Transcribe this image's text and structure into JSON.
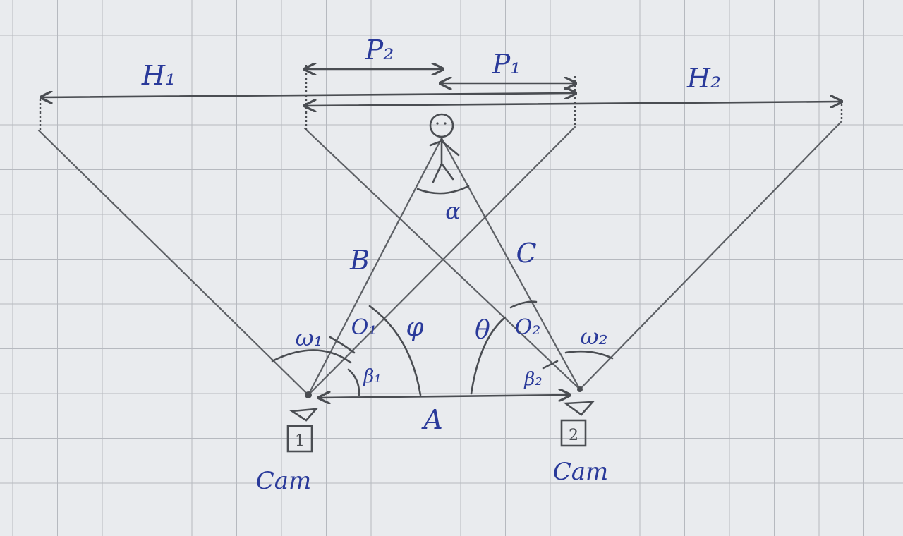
{
  "labels": {
    "H1": "H₁",
    "H2": "H₂",
    "P1": "P₁",
    "P2": "P₂",
    "alpha": "α",
    "B": "B",
    "C": "C",
    "phi": "φ",
    "theta": "θ",
    "omega1": "ω₁",
    "omega2": "ω₂",
    "O1": "O₁",
    "O2": "O₂",
    "beta1": "β₁",
    "beta2": "β₂",
    "A": "A",
    "cam1_number": "1",
    "cam2_number": "2",
    "cam1_label": "Cam",
    "cam2_label": "Cam"
  },
  "colors": {
    "paper": "#e9ebee",
    "grid": "#b6b9bf",
    "pencil": "#5d6065",
    "ink": "#2a3a9a"
  }
}
